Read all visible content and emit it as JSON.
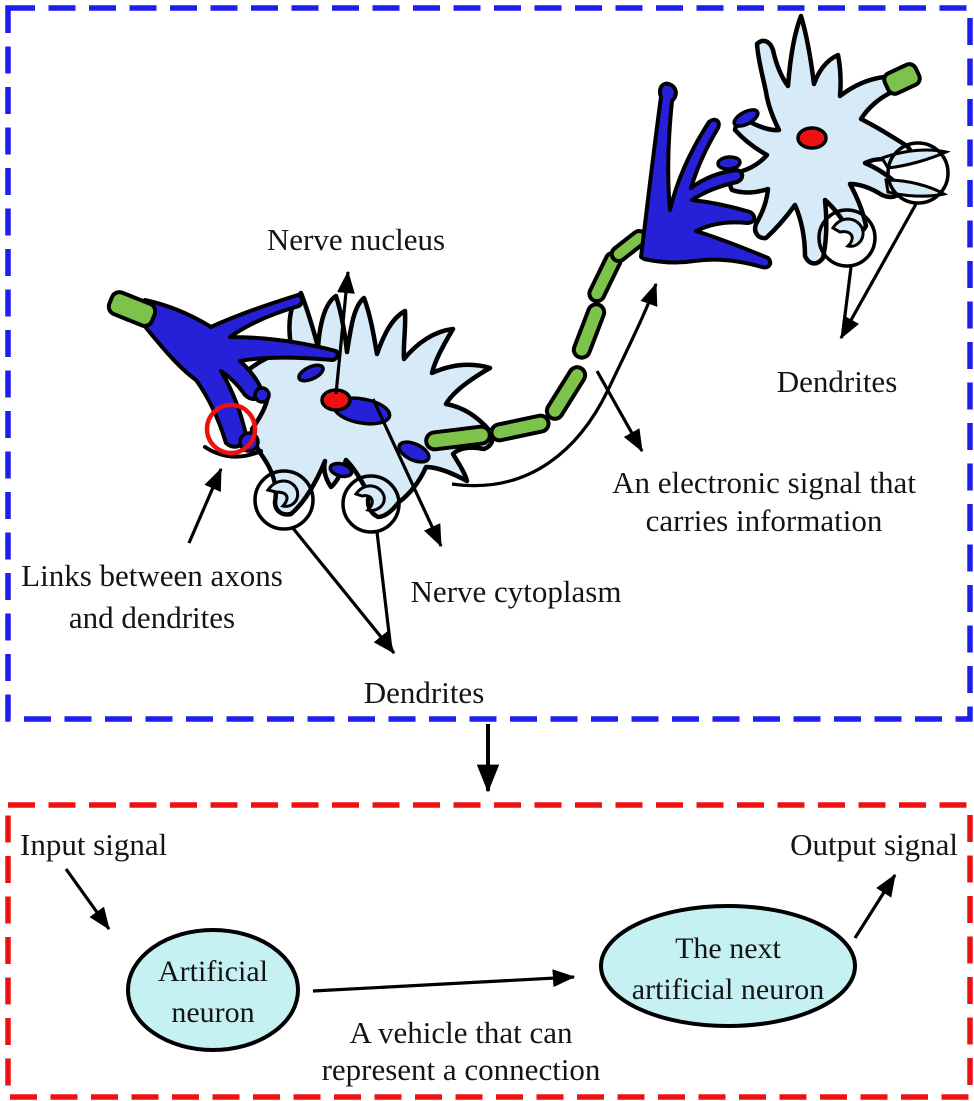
{
  "figure": {
    "bio": {
      "nerve_nucleus": "Nerve nucleus",
      "links_line1": "Links between axons",
      "links_line2": "and dendrites",
      "nerve_cytoplasm": "Nerve cytoplasm",
      "dendrites_left": "Dendrites",
      "dendrites_right": "Dendrites",
      "signal_line1": "An electronic signal that",
      "signal_line2": "carries information"
    },
    "ann": {
      "input_signal": "Input signal",
      "output_signal": "Output signal",
      "neuron1_line1": "Artificial",
      "neuron1_line2": "neuron",
      "neuron2_line1": "The next",
      "neuron2_line2": "artificial neuron",
      "vehicle_line1": "A vehicle that can",
      "vehicle_line2": "represent a connection"
    },
    "colors": {
      "bio_box_border": "#1e1eee",
      "ann_box_border": "#ee1111",
      "cell_body": "#d6eaf8",
      "axon_terminal_blue": "#2621d8",
      "myelin_green": "#7cc24b",
      "nucleus_red": "#ee1111",
      "link_highlight_red": "#ee1111",
      "neuron_ellipse_fill": "#c6f1f3"
    }
  }
}
